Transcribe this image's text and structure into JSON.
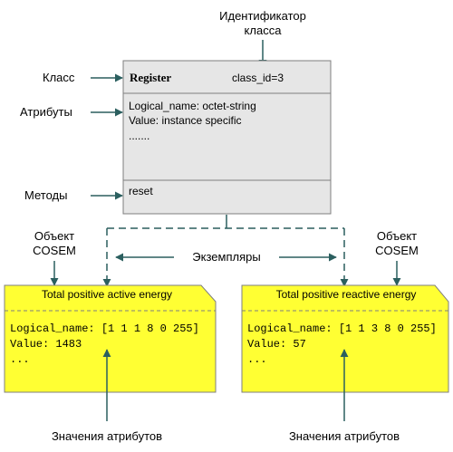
{
  "colors": {
    "class_fill": "#e6e6e6",
    "object_fill": "#ffff33",
    "arrow": "#2b5f5f",
    "border": "#7f7f7f"
  },
  "labels": {
    "class_id_caption_line1": "Идентификатор",
    "class_id_caption_line2": "класса",
    "class": "Класс",
    "attributes": "Атрибуты",
    "methods": "Методы",
    "cosem_left_line1": "Объект",
    "cosem_left_line2": "COSEM",
    "cosem_right_line1": "Объект",
    "cosem_right_line2": "COSEM",
    "instances": "Экземпляры",
    "values_left": "Значения атрибутов",
    "values_right": "Значения атрибутов"
  },
  "class_box": {
    "name": "Register",
    "class_id": "class_id=3",
    "attr1": "Logical_name: octet-string",
    "attr2": "Value: instance specific",
    "attr_more": ".......",
    "method1": "reset"
  },
  "objects": [
    {
      "title": "Total positive active energy",
      "logical_name": "Logical_name: [1 1 1 8 0 255]",
      "value": "Value: 1483",
      "more": "..."
    },
    {
      "title": "Total positive reactive energy",
      "logical_name": "Logical_name: [1 1 3 8 0 255]",
      "value": "Value: 57",
      "more": "..."
    }
  ]
}
